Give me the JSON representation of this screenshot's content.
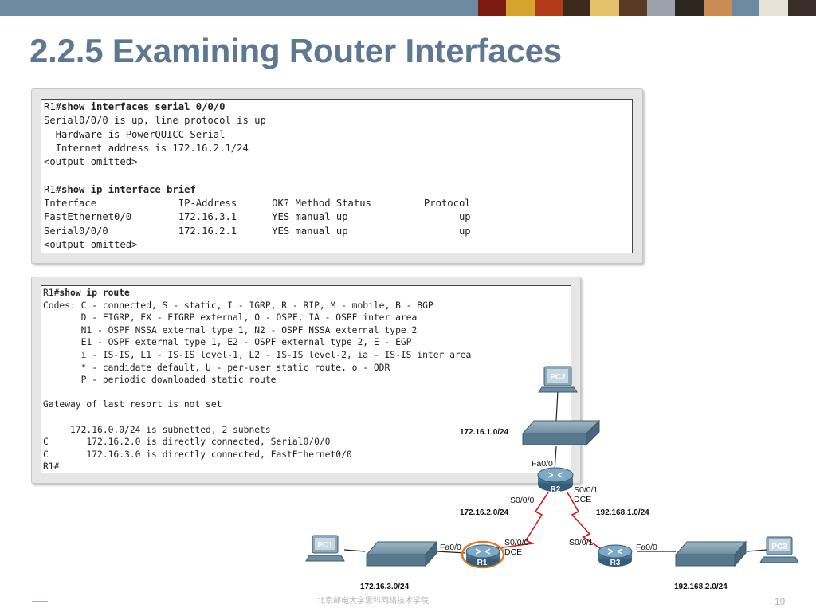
{
  "slide": {
    "title": "2.2.5 Examining Router Interfaces",
    "page_number": "19",
    "footer_text": "北京邮电大学思科网络技术学院",
    "accent_color": "#6d8aa3",
    "title_color": "#5f7891"
  },
  "terminal1": {
    "cmd1_prompt": "R1#",
    "cmd1": "show interfaces serial 0/0/0",
    "out1": [
      "Serial0/0/0 is up, line protocol is up",
      "  Hardware is PowerQUICC Serial",
      "  Internet address is 172.16.2.1/24",
      "<output omitted>"
    ],
    "cmd2_prompt": "R1#",
    "cmd2": "show ip interface brief",
    "table_header": "Interface              IP-Address      OK? Method Status         Protocol",
    "table_rows": [
      "FastEthernet0/0        172.16.3.1      YES manual up                   up",
      "Serial0/0/0            172.16.2.1      YES manual up                   up"
    ],
    "out2_tail": "<output omitted>"
  },
  "terminal2": {
    "prompt": "R1#",
    "cmd": "show ip route",
    "codes": [
      "Codes: C - connected, S - static, I - IGRP, R - RIP, M - mobile, B - BGP",
      "       D - EIGRP, EX - EIGRP external, O - OSPF, IA - OSPF inter area",
      "       N1 - OSPF NSSA external type 1, N2 - OSPF NSSA external type 2",
      "       E1 - OSPF external type 1, E2 - OSPF external type 2, E - EGP",
      "       i - IS-IS, L1 - IS-IS level-1, L2 - IS-IS level-2, ia - IS-IS inter area",
      "       * - candidate default, U - per-user static route, o - ODR",
      "       P - periodic downloaded static route"
    ],
    "gateway": "Gateway of last resort is not set",
    "routes": [
      "     172.16.0.0/24 is subnetted, 2 subnets",
      "C       172.16.2.0 is directly connected, Serial0/0/0",
      "C       172.16.3.0 is directly connected, FastEthernet0/0",
      "R1#"
    ]
  },
  "topology": {
    "devices": {
      "pc1": "PC1",
      "pc2": "PC2",
      "pc3": "PC3",
      "r1": "R1",
      "r2": "R2",
      "r3": "R3"
    },
    "networks": {
      "n_172_16_1": "172.16.1.0/24",
      "n_172_16_2": "172.16.2.0/24",
      "n_192_168_1": "192.168.1.0/24",
      "n_172_16_3": "172.16.3.0/24",
      "n_192_168_2": "192.168.2.0/24"
    },
    "interfaces": {
      "r2_fa": "Fa0/0",
      "r2_s000": "S0/0/0",
      "r2_s001": "S0/0/1",
      "r2_dce": "DCE",
      "r1_fa": "Fa0/0",
      "r1_s000": "S0/0/0",
      "r1_dce": "DCE",
      "r3_s001": "S0/0/1",
      "r3_fa": "Fa0/0"
    },
    "colors": {
      "router": "#4f7f9e",
      "serial_link": "#d0181a",
      "highlight": "#e07b20"
    }
  }
}
